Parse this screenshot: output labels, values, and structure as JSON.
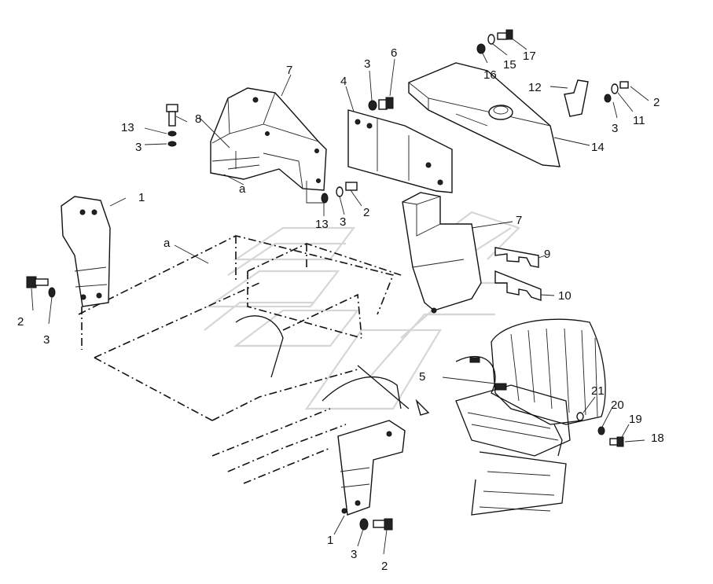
{
  "labels": {
    "l1a": "1",
    "l1b": "1",
    "l2a": "2",
    "l2b": "2",
    "l2c": "2",
    "l2d": "2",
    "l3a": "3",
    "l3b": "3",
    "l3c": "3",
    "l3d": "3",
    "l3e": "3",
    "l3f": "3",
    "l4": "4",
    "l5": "5",
    "l6": "6",
    "l7a": "7",
    "l7b": "7",
    "l8": "8",
    "l9": "9",
    "l10": "10",
    "l11": "11",
    "l12": "12",
    "l13a": "13",
    "l13b": "13",
    "l14": "14",
    "l15": "15",
    "l16": "16",
    "l17": "17",
    "l18": "18",
    "l19": "19",
    "l20": "20",
    "l21": "21",
    "laa": "a",
    "lab": "a"
  },
  "icons": [
    "seat-icon",
    "bolt-icon",
    "washer-icon",
    "bracket-icon",
    "plate-icon"
  ]
}
